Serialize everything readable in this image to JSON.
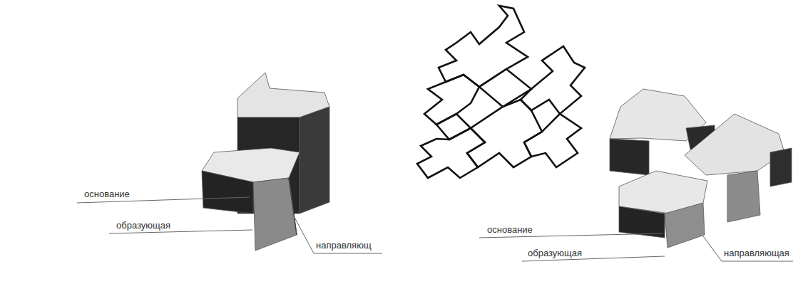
{
  "diagram": {
    "labels": [
      "основание",
      "образующая",
      "направляющ",
      "основание",
      "образующая",
      "направляющая"
    ]
  }
}
